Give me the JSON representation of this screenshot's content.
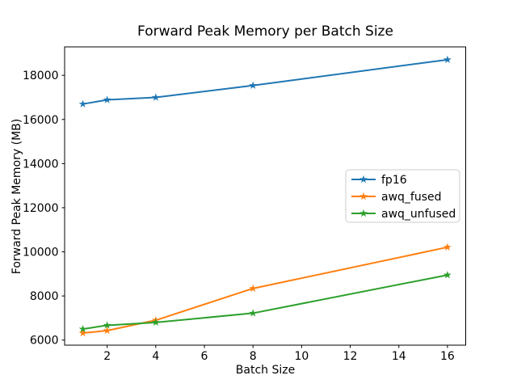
{
  "figure": {
    "background_color": "#ffffff",
    "text_color": "#000000"
  },
  "chart_data": {
    "type": "line",
    "title": "Forward Peak Memory per Batch Size",
    "xlabel": "Batch Size",
    "ylabel": "Forward Peak Memory (MB)",
    "marker": "star",
    "grid": false,
    "legend_position": "center right",
    "x": [
      1,
      2,
      4,
      8,
      16
    ],
    "series": [
      {
        "name": "fp16",
        "color": "#1f77b4",
        "values": [
          16700,
          16890,
          17000,
          17540,
          18710
        ]
      },
      {
        "name": "awq_fused",
        "color": "#ff7f0e",
        "values": [
          6320,
          6430,
          6900,
          8340,
          10210
        ]
      },
      {
        "name": "awq_unfused",
        "color": "#2ca02c",
        "values": [
          6500,
          6670,
          6800,
          7220,
          8950
        ]
      }
    ],
    "xlim": [
      0.25,
      16.75
    ],
    "ylim": [
      5770,
      19290
    ],
    "xticks": [
      2,
      4,
      6,
      8,
      10,
      12,
      14,
      16
    ],
    "yticks": [
      6000,
      8000,
      10000,
      12000,
      14000,
      16000,
      18000
    ],
    "axis_color": "#000000",
    "legend_border_color": "#cccccc",
    "legend_background": "#ffffff"
  }
}
